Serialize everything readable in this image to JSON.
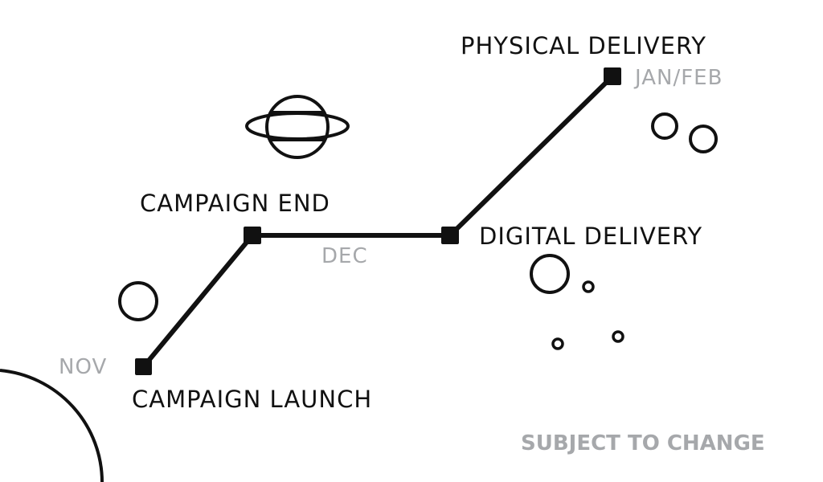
{
  "milestones": {
    "physical": {
      "title": "PHYSICAL DELIVERY",
      "date": "JAN/FEB"
    },
    "campaign_end": {
      "title": "CAMPAIGN END",
      "date": "DEC"
    },
    "digital": {
      "title": "DIGITAL DELIVERY"
    },
    "launch": {
      "title": "CAMPAIGN LAUNCH",
      "date": "NOV"
    }
  },
  "footer_note": "SUBJECT TO CHANGE",
  "colors": {
    "ink": "#111111",
    "muted": "#a6a8ab",
    "background": "#ffffff"
  },
  "icons": [
    "planet-icon",
    "moon-outline"
  ]
}
